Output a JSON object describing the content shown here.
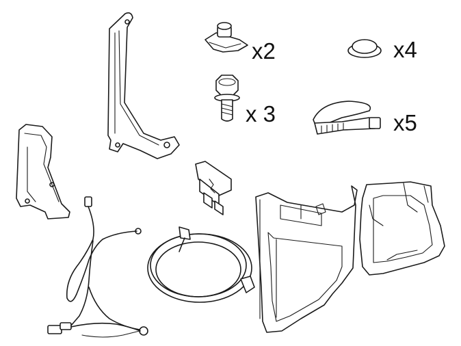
{
  "parts": {
    "clip_nut": {
      "icon": "clip-nut-icon",
      "quantity": "x2"
    },
    "plug_cap": {
      "icon": "plug-cap-icon",
      "quantity": "x4"
    },
    "flange_bolt": {
      "icon": "flange-bolt-icon",
      "quantity": "x 3"
    },
    "cable_tie": {
      "icon": "cable-tie-icon",
      "quantity": "x5"
    },
    "bracket_main": {
      "icon": "bracket-icon"
    },
    "bracket_small": {
      "icon": "bracket-small-icon"
    },
    "fuse": {
      "icon": "fuse-icon"
    },
    "harness_long": {
      "icon": "wiring-harness-icon"
    },
    "harness_coiled": {
      "icon": "coiled-harness-icon"
    },
    "panel_front": {
      "icon": "trim-panel-icon"
    },
    "panel_rear": {
      "icon": "trim-panel-rear-icon"
    }
  }
}
